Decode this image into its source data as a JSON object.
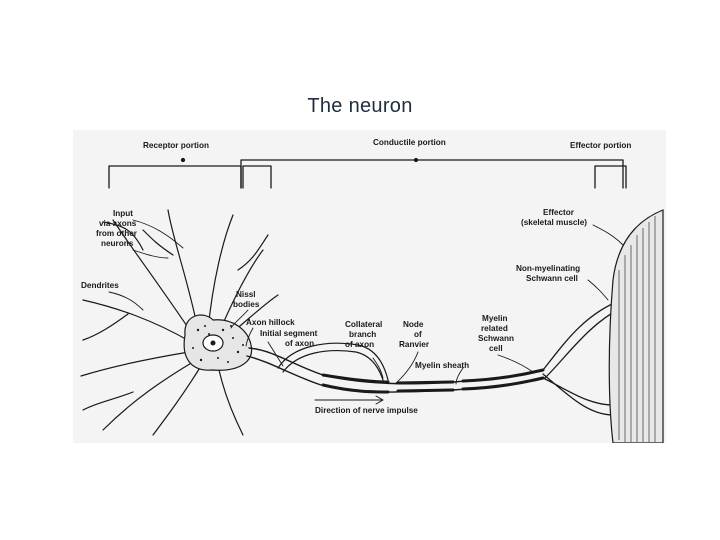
{
  "title": "The  neuron",
  "portions": {
    "receptor": "Receptor portion",
    "conductile": "Conductile portion",
    "effector": "Effector portion"
  },
  "labels": {
    "input": [
      "Input",
      "via axons",
      "from other",
      "neurons"
    ],
    "dendrites": "Dendrites",
    "nissl": [
      "Nissl",
      "bodies"
    ],
    "axon_hillock": "Axon hillock",
    "initial_segment": [
      "Initial segment",
      "of axon"
    ],
    "collateral": [
      "Collateral",
      "branch",
      "of axon"
    ],
    "node": [
      "Node",
      "of",
      "Ranvier"
    ],
    "myelin_sheath": "Myelin sheath",
    "myelin_related": [
      "Myelin",
      "related",
      "Schwann",
      "cell"
    ],
    "effector": [
      "Effector",
      "(skeletal muscle)"
    ],
    "non_myelinating": [
      "Non-myelinating",
      "Schwann cell"
    ],
    "direction": "Direction of nerve impulse"
  }
}
